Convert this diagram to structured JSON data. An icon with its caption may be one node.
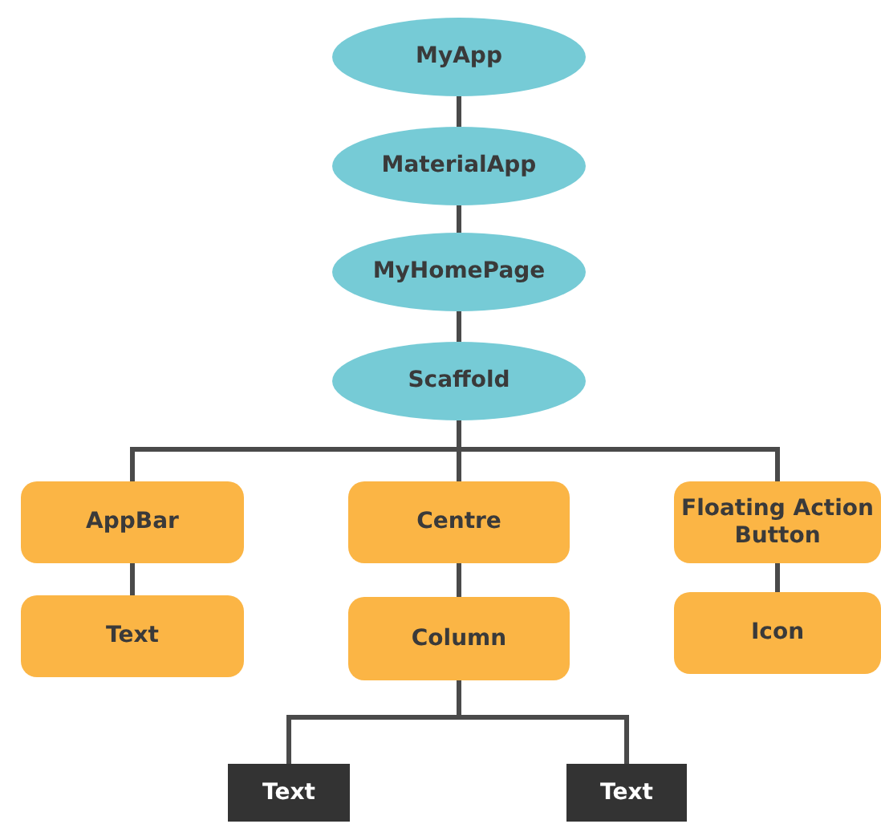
{
  "diagram": {
    "nodes": [
      {
        "text": [
          "MyApp"
        ]
      },
      {
        "text": [
          "MaterialApp"
        ]
      },
      {
        "text": [
          "MyHomePage"
        ]
      },
      {
        "text": [
          "Scaffold"
        ]
      },
      {
        "text": [
          "AppBar"
        ]
      },
      {
        "text": [
          "Text"
        ]
      },
      {
        "text": [
          "Centre"
        ]
      },
      {
        "text": [
          "Column"
        ]
      },
      {
        "text": [
          "Floating Action Button"
        ]
      },
      {
        "text": [
          "Icon"
        ]
      },
      {
        "text": [
          "Text"
        ]
      },
      {
        "text": [
          "Text"
        ]
      }
    ],
    "edges": [
      {
        "from": 0,
        "to": 1,
        "arrow": "none"
      },
      {
        "from": 1,
        "to": 2,
        "arrow": "none"
      },
      {
        "from": 2,
        "to": 3,
        "arrow": "none"
      },
      {
        "from": 3,
        "to": 4,
        "arrow": "none"
      },
      {
        "from": 3,
        "to": 6,
        "arrow": "none"
      },
      {
        "from": 3,
        "to": 8,
        "arrow": "none"
      },
      {
        "from": 4,
        "to": 5,
        "arrow": "none"
      },
      {
        "from": 6,
        "to": 7,
        "arrow": "none"
      },
      {
        "from": 8,
        "to": 9,
        "arrow": "none"
      },
      {
        "from": 7,
        "to": 10,
        "arrow": "none"
      },
      {
        "from": 7,
        "to": 11,
        "arrow": "none"
      }
    ]
  }
}
